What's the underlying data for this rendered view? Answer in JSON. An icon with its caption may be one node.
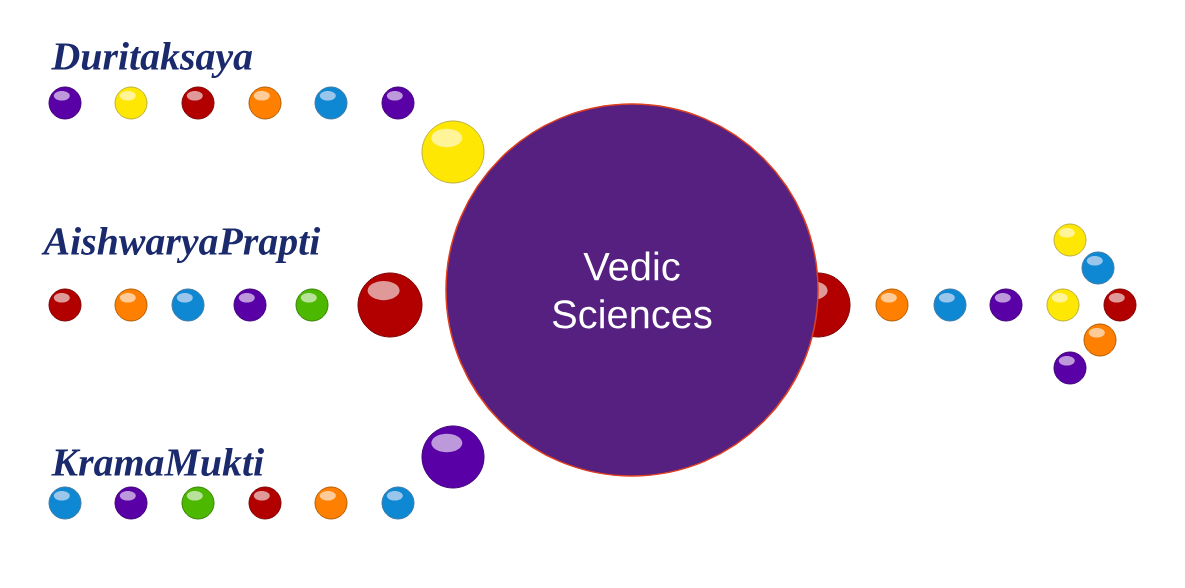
{
  "diagram": {
    "nodes": [
      {
        "text": [
          "Vedic Sciences"
        ]
      }
    ],
    "labels": [
      "Duritaksaya",
      "AishwaryaPrapti",
      "KramaMukti"
    ]
  }
}
